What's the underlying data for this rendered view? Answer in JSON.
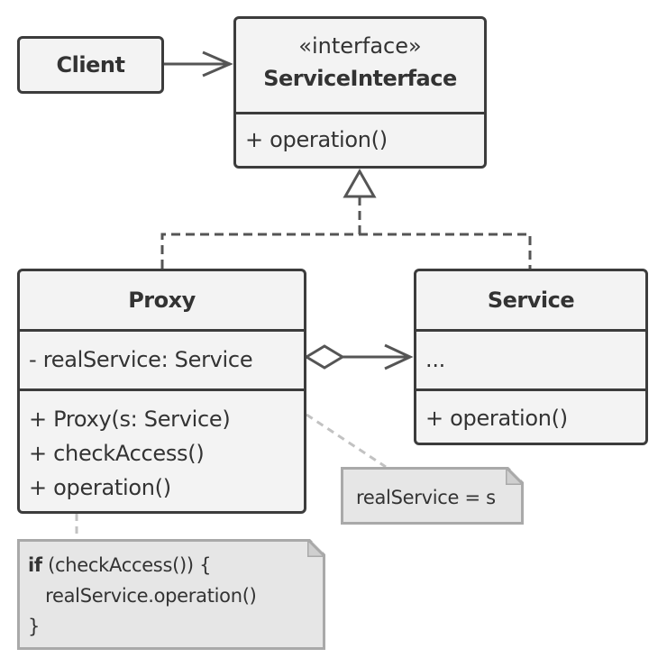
{
  "client": {
    "name": "Client"
  },
  "service_interface": {
    "stereotype": "«interface»",
    "name": "ServiceInterface",
    "methods": [
      "+ operation()"
    ]
  },
  "proxy": {
    "name": "Proxy",
    "fields": [
      "- realService: Service"
    ],
    "methods": [
      "+ Proxy(s: Service)",
      "+ checkAccess()",
      "+ operation()"
    ]
  },
  "service": {
    "name": "Service",
    "fields": [
      "..."
    ],
    "methods": [
      "+ operation()"
    ]
  },
  "notes": {
    "constructor_note": "realService = s",
    "operation_note": {
      "keyword": "if",
      "line1_rest": " (checkAccess()) {",
      "line2": "   realService.operation()",
      "line3": "}"
    }
  }
}
